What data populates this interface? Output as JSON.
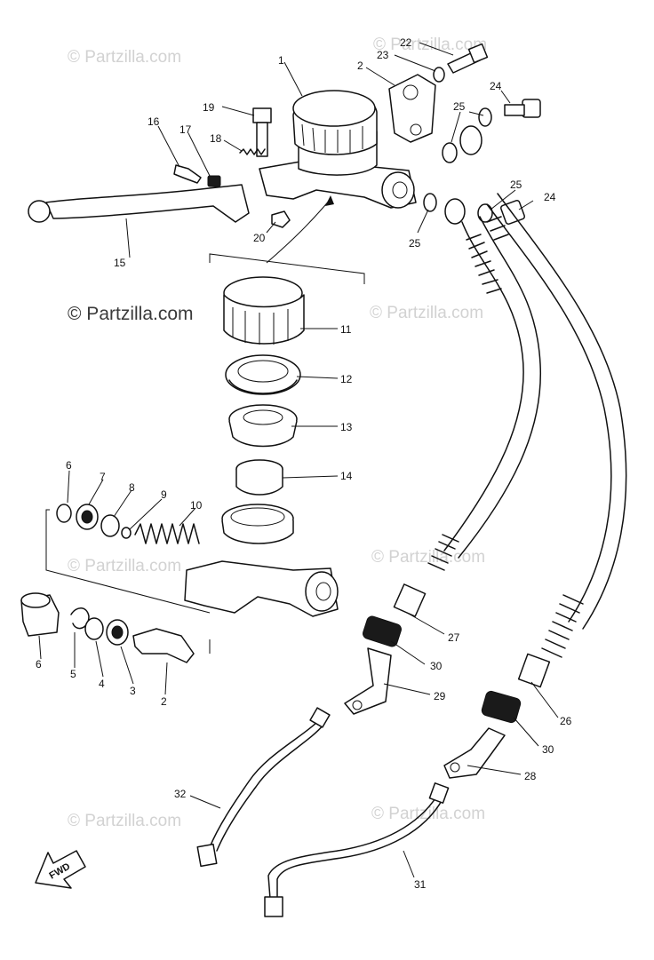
{
  "diagram": {
    "watermark_text": "© Partzilla.com",
    "fwd_label": "FWD",
    "callouts": [
      {
        "id": "c1",
        "text": "1"
      },
      {
        "id": "c2a",
        "text": "2"
      },
      {
        "id": "c2b",
        "text": "2"
      },
      {
        "id": "c3",
        "text": "3"
      },
      {
        "id": "c4",
        "text": "4"
      },
      {
        "id": "c5",
        "text": "5"
      },
      {
        "id": "c6a",
        "text": "6"
      },
      {
        "id": "c6b",
        "text": "6"
      },
      {
        "id": "c7",
        "text": "7"
      },
      {
        "id": "c8",
        "text": "8"
      },
      {
        "id": "c9",
        "text": "9"
      },
      {
        "id": "c10",
        "text": "10"
      },
      {
        "id": "c11",
        "text": "11"
      },
      {
        "id": "c12",
        "text": "12"
      },
      {
        "id": "c13",
        "text": "13"
      },
      {
        "id": "c14",
        "text": "14"
      },
      {
        "id": "c15",
        "text": "15"
      },
      {
        "id": "c16",
        "text": "16"
      },
      {
        "id": "c17",
        "text": "17"
      },
      {
        "id": "c18",
        "text": "18"
      },
      {
        "id": "c19",
        "text": "19"
      },
      {
        "id": "c20",
        "text": "20"
      },
      {
        "id": "c22",
        "text": "22"
      },
      {
        "id": "c23",
        "text": "23"
      },
      {
        "id": "c24a",
        "text": "24"
      },
      {
        "id": "c24b",
        "text": "24"
      },
      {
        "id": "c25a",
        "text": "25"
      },
      {
        "id": "c25b",
        "text": "25"
      },
      {
        "id": "c25c",
        "text": "25"
      },
      {
        "id": "c26",
        "text": "26"
      },
      {
        "id": "c27",
        "text": "27"
      },
      {
        "id": "c28",
        "text": "28"
      },
      {
        "id": "c29",
        "text": "29"
      },
      {
        "id": "c30a",
        "text": "30"
      },
      {
        "id": "c30b",
        "text": "30"
      },
      {
        "id": "c31",
        "text": "31"
      },
      {
        "id": "c32",
        "text": "32"
      }
    ]
  }
}
